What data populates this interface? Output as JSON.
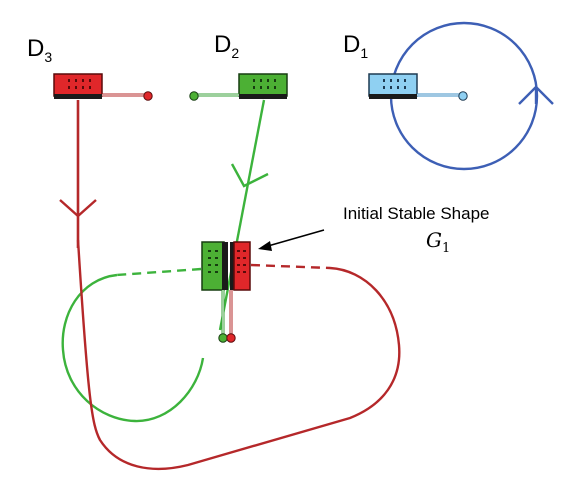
{
  "drones": [
    {
      "id": "d3",
      "letter": "D",
      "index": "3",
      "color": "#e0272a",
      "line": "#b5282a",
      "body_dark": "#5a0a0a"
    },
    {
      "id": "d2",
      "letter": "D",
      "index": "2",
      "color": "#4cb034",
      "line": "#3aa03a",
      "body_dark": "#163d10"
    },
    {
      "id": "d1",
      "letter": "D",
      "index": "1",
      "color": "#8fd0f2",
      "line": "#3d5fb5",
      "body_dark": "#1d3a52"
    }
  ],
  "annotation": {
    "text": "Initial Stable Shape",
    "symbol": "G",
    "symbol_sub": "1"
  },
  "colors": {
    "red_path": "#b5282a",
    "green_path": "#3cb33c",
    "blue_path": "#3d5fb5",
    "red_body": "#e0272a",
    "green_body": "#4cb034",
    "blue_body": "#8fd0f2"
  }
}
